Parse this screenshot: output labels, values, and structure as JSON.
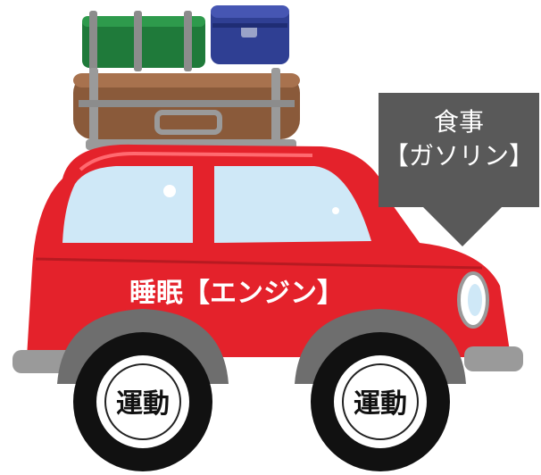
{
  "arrow": {
    "line1": "食事",
    "line2": "【ガソリン】"
  },
  "body_label": "睡眠【エンジン】",
  "wheels": {
    "rear_label": "運動",
    "front_label": "運動"
  },
  "colors": {
    "car_red": "#e4222b",
    "arrow_gray": "#595959",
    "suitcase_brown": "#8a5a3a",
    "bag_green": "#1f7a3a",
    "bag_blue": "#2f3f93",
    "window_blue": "#cfe8f7"
  }
}
